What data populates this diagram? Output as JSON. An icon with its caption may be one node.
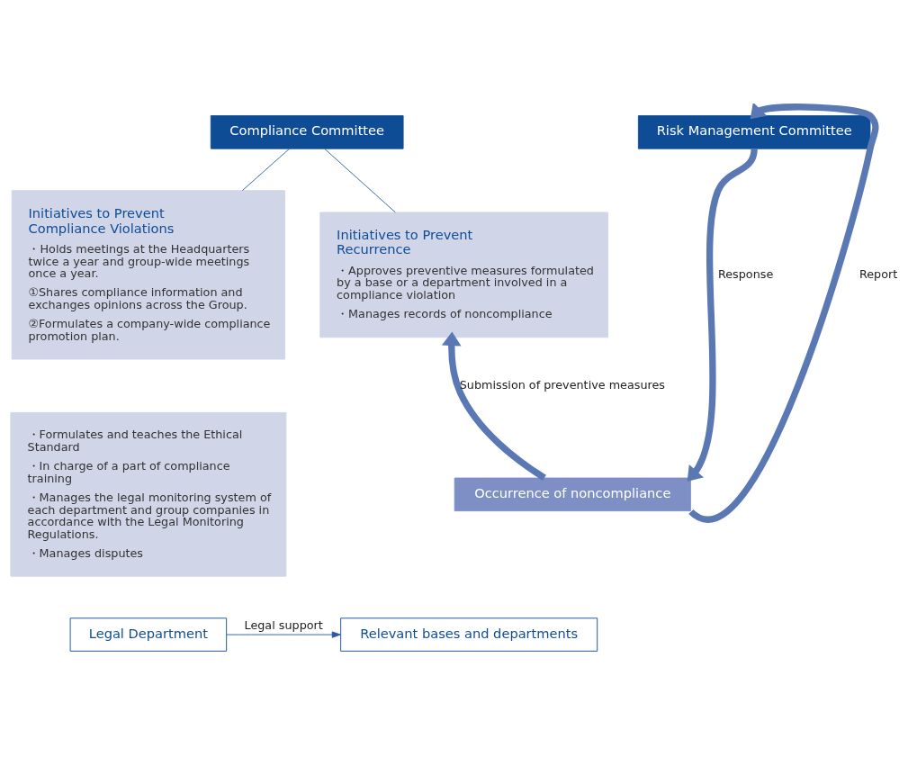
{
  "diagram": {
    "nodes": [
      {
        "text": [
          "Compliance Committee"
        ]
      },
      {
        "text": [
          "Risk Management Committee"
        ]
      },
      {
        "text": [
          "Initiatives to Prevent Compliance Violations",
          "・Holds meetings at the Headquarters twice a year and group-wide meetings once a year.",
          "①Shares compliance information and exchanges opinions across the Group.",
          "②Formulates a company-wide compliance promotion plan."
        ]
      },
      {
        "text": [
          "Initiatives to Prevent Recurrence",
          "・Approves preventive measures formulated by a base or a department involved in a compliance violation",
          "・Manages records of noncompliance"
        ]
      },
      {
        "text": [
          "・Formulates and teaches the Ethical Standard",
          "・In charge of a part of compliance training",
          "・Manages the legal monitoring system of each department and group companies in accordance with the Legal Monitoring Regulations.",
          "・Manages disputes"
        ]
      },
      {
        "text": [
          "Occurrence of noncompliance"
        ]
      },
      {
        "text": [
          "Legal Department"
        ]
      },
      {
        "text": [
          "Relevant bases and departments"
        ]
      }
    ],
    "edges": [
      {
        "from": 0,
        "to": 2,
        "arrow": "none"
      },
      {
        "from": 0,
        "to": 3,
        "arrow": "none"
      },
      {
        "from": 5,
        "to": 3,
        "arrow": "to",
        "label": "Submission of preventive measures",
        "style": "thick",
        "color": "#5a78b4"
      },
      {
        "from": 1,
        "to": 5,
        "arrow": "to",
        "label": "Response",
        "style": "thick",
        "color": "#5a78b4"
      },
      {
        "from": 5,
        "to": 1,
        "arrow": "to",
        "label": "Report",
        "style": "thick",
        "color": "#5a78b4"
      },
      {
        "from": 6,
        "to": 7,
        "arrow": "to",
        "label": "Legal support"
      }
    ]
  }
}
